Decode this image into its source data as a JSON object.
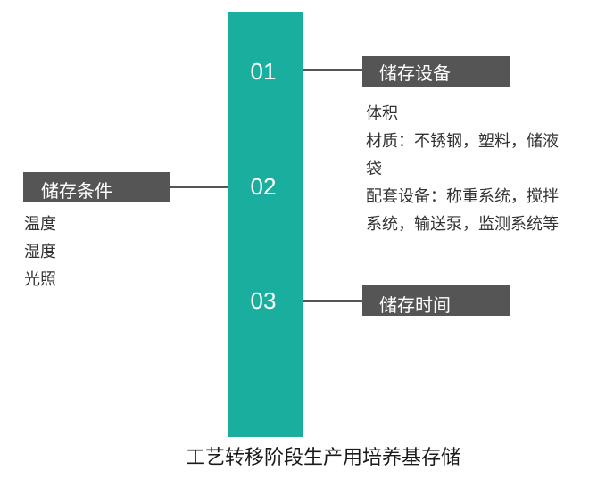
{
  "timeline": {
    "steps": [
      {
        "number": "01",
        "label": "储存设备"
      },
      {
        "number": "02",
        "label": "储存条件"
      },
      {
        "number": "03",
        "label": "储存时间"
      }
    ]
  },
  "storage_equipment_details": [
    "体积",
    "材质：不锈钢，塑料，储液",
    "袋",
    "配套设备：称重系统，搅拌",
    "系统，输送泵，监测系统等"
  ],
  "storage_condition_details": [
    "温度",
    "湿度",
    "光照"
  ],
  "caption": "工艺转移阶段生产用培养基存储",
  "colors": {
    "bar": "#1aae9f",
    "label_box": "#555555",
    "connector": "#555555",
    "text": "#333333"
  }
}
